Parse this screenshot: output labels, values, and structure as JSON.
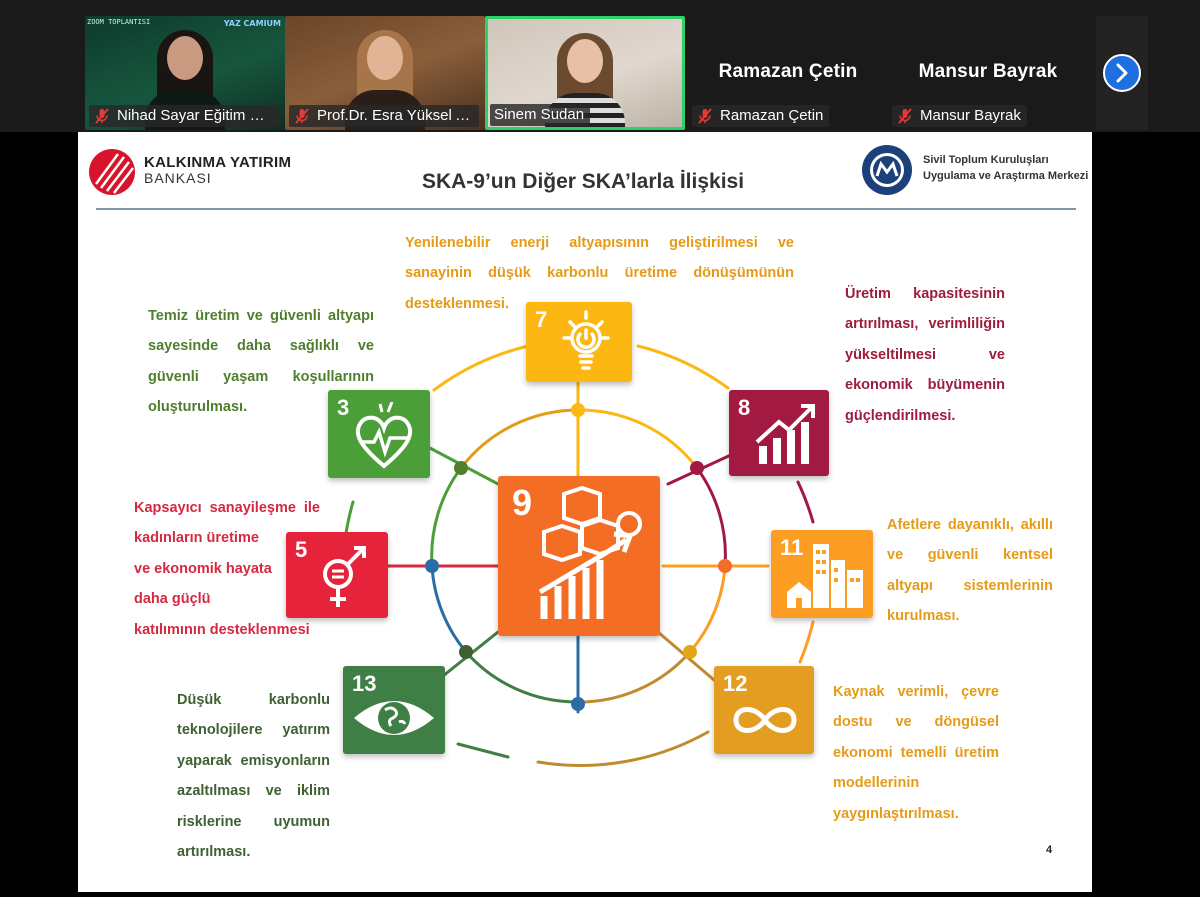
{
  "participants": [
    {
      "label": "Nihad Sayar Eğitim Va...",
      "banner": "ZOOM TOPLANTISI",
      "logo": "YAZ CAMIUM"
    },
    {
      "label": "Prof.Dr. Esra Yüksel Acı"
    },
    {
      "label": "Sinem Sudan"
    },
    {
      "label": "Ramazan Çetin",
      "tile_name": "Ramazan Çetin"
    },
    {
      "label": "Mansur Bayrak",
      "tile_name": "Mansur Bayrak"
    }
  ],
  "slide": {
    "bank_name_line1": "KALKINMA YATIRIM",
    "bank_name_line2": "BANKASI",
    "title": "SKA-9’un Diğer SKA’larla İlişkisi",
    "center_line1": "Sivil Toplum Kuruluşları",
    "center_line2": "Uygulama ve Araştırma Merkezi",
    "page_number": "4",
    "goals": {
      "g9": "9",
      "g7": "7",
      "g8": "8",
      "g3": "3",
      "g5": "5",
      "g11": "11",
      "g12": "12",
      "g13": "13"
    },
    "texts": {
      "g7": "Yenilenebilir enerji altyapısının geliştirilmesi ve sanayinin düşük karbonlu üretime dönüşümünün desteklenmesi.",
      "g3": "Temiz üretim ve güvenli altyapı sayesinde daha sağlıklı ve güvenli yaşam koşullarının oluşturulması.",
      "g8": "Üretim kapasitesinin artırılması, verimliliğin yükseltilmesi ve ekonomik büyümenin güçlendirilmesi.",
      "g5": [
        "Kapsayıcı sanayileşme ile",
        "kadınların üretime",
        "ve ekonomik hayata",
        "daha güçlü",
        "katılımının desteklenmesi"
      ],
      "g11": "Afetlere dayanıklı, akıllı ve güvenli kentsel altyapı sistemlerinin kurulması.",
      "g13": "Düşük karbonlu teknolojilere yatırım yaparak emisyonların azaltılması ve iklim risklerine uyumun artırılması.",
      "g12": "Kaynak verimli, çevre dostu ve döngüsel ekonomi temelli üretim modellerinin yaygınlaştırılması."
    }
  },
  "colors": {
    "sdg9": "#f36d25",
    "sdg7": "#fcb712",
    "sdg8": "#a21942",
    "sdg3": "#4c9f38",
    "sdg5": "#e5243b",
    "sdg11": "#fd9d24",
    "sdg12": "#bf8b2e",
    "sdg13": "#3f7e44",
    "active_speaker": "#2fd06a",
    "next_button": "#1e6fe0"
  }
}
